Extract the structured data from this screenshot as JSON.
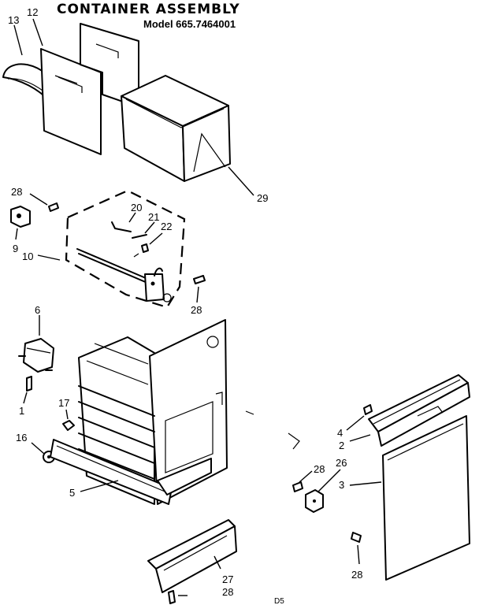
{
  "header": {
    "title": "CONTAINER ASSEMBLY",
    "model": "Model 665.7464001"
  },
  "callouts": {
    "c13": "13",
    "c12": "12",
    "c29": "29",
    "c28a": "28",
    "c9": "9",
    "c10": "10",
    "c20": "20",
    "c21": "21",
    "c22": "22",
    "c28b": "28",
    "c6": "6",
    "c1": "1",
    "c17": "17",
    "c16": "16",
    "c5": "5",
    "c4": "4",
    "c2": "2",
    "c3": "3",
    "c28c": "28",
    "c26": "26",
    "c27": "27",
    "c28d": "28",
    "c28e": "28"
  },
  "footer": {
    "code": "D5"
  }
}
